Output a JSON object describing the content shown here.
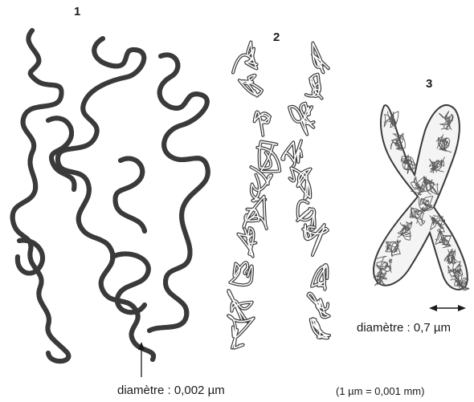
{
  "stages": [
    {
      "number": "1",
      "label": "diamètre : 0,002 µm"
    },
    {
      "number": "2"
    },
    {
      "number": "3",
      "label": "diamètre : 0,7 µm"
    }
  ],
  "note": "(1 µm = 0,001 mm)"
}
